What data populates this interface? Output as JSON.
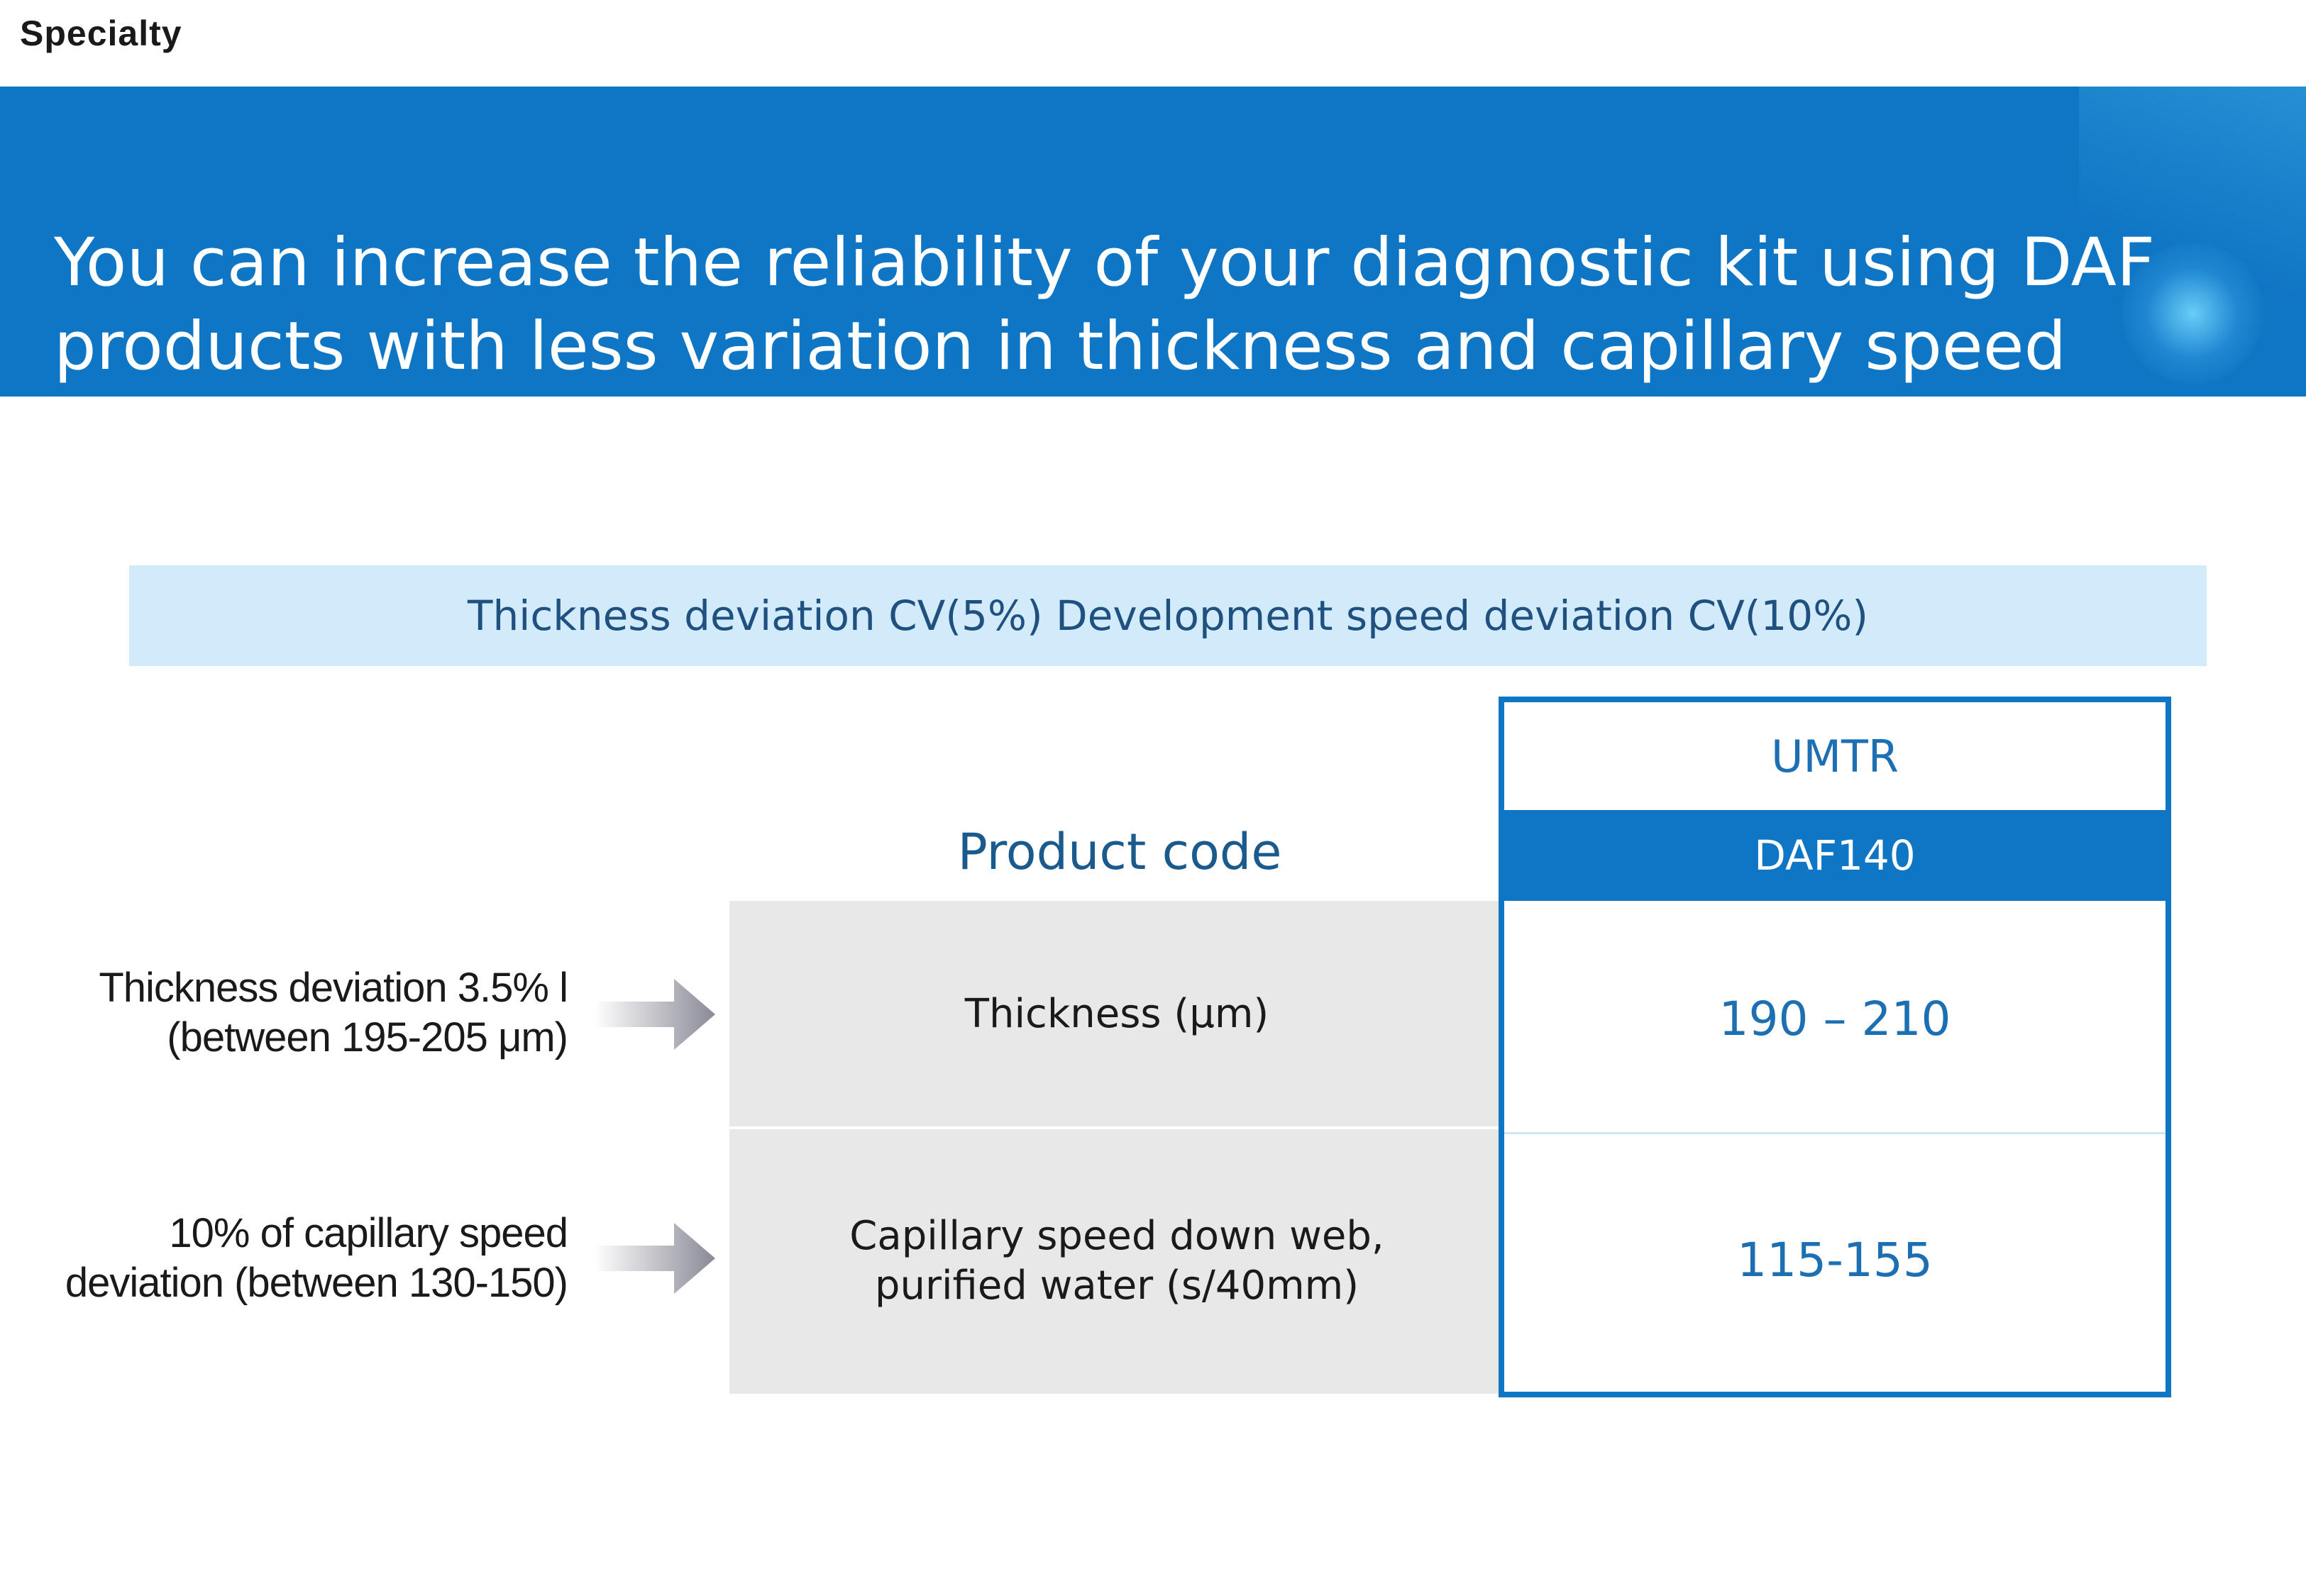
{
  "header": {
    "section": "Specialty",
    "title": "You can increase the reliability of your diagnostic kit using DAF products with less variation in thickness and capillary speed"
  },
  "summary": {
    "text": "Thickness deviation CV(5%) Development speed deviation CV(10%)"
  },
  "table": {
    "product_code_label": "Product code",
    "brand": "UMTR",
    "product": "DAF140",
    "rows": [
      {
        "label_line1": "Thickness (μm)",
        "label_line2": "",
        "value": "190 – 210",
        "note_line1": "Thickness deviation 3.5% l",
        "note_line2": "(between 195-205 μm)"
      },
      {
        "label_line1": "Capillary speed down web,",
        "label_line2": "purified water (s/40mm)",
        "value": "115-155",
        "note_line1": "10% of capillary speed",
        "note_line2": "deviation (between 130-150)"
      }
    ]
  },
  "colors": {
    "brand_blue": "#0f76c5",
    "light_blue": "#d1ebfb",
    "gray_cell": "#e8e8e8"
  },
  "icons": {
    "arrow": "right-arrow-icon"
  }
}
